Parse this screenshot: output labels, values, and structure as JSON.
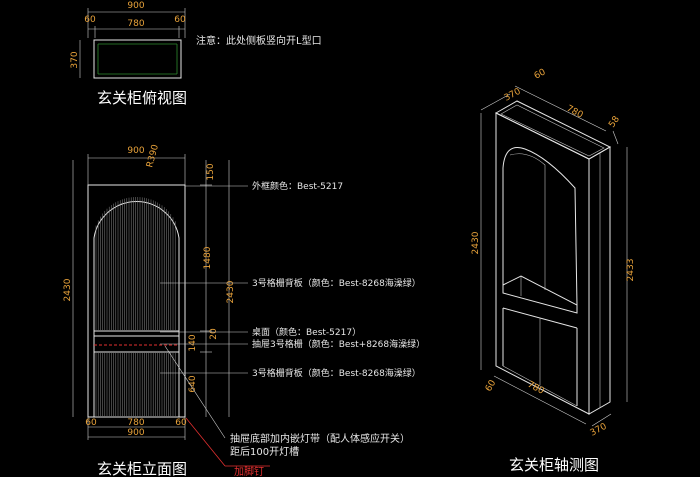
{
  "top_view": {
    "title": "玄关柜俯视图",
    "dim_total_width": "900",
    "dim_left": "60",
    "dim_middle": "780",
    "dim_right": "60",
    "dim_depth": "370",
    "note": "注意：此处侧板竖向开L型口"
  },
  "elevation": {
    "title": "玄关柜立面图",
    "dim_top_width": "900",
    "dim_radius": "R390",
    "dim_height_left": "2430",
    "dim_right_150": "150",
    "dim_right_1480": "1480",
    "dim_right_2430": "2430",
    "dim_right_20": "20",
    "dim_right_140": "140",
    "dim_right_640": "640",
    "dim_bottom_left": "60",
    "dim_bottom_middle": "780",
    "dim_bottom_right": "60",
    "dim_bottom_total": "900",
    "callouts": [
      "外框颜色：Best-5217",
      "3号格栅背板（颜色：Best-8268海澡绿）",
      "桌面（颜色：Best-5217）",
      "抽屉3号格栅（颜色：Best+8268海澡绿）",
      "3号格栅背板（颜色：Best-8268海澡绿）"
    ],
    "bottom_note_1": "抽屉底部加内嵌灯带（配人体感应开关）",
    "bottom_note_2": "距后100开灯槽",
    "red_note": "加脚钉"
  },
  "axon": {
    "title": "玄关柜轴测图",
    "dim_top_370": "370",
    "dim_top_60": "60",
    "dim_top_780": "780",
    "dim_top_58": "58",
    "dim_left_height": "2430",
    "dim_right_height": "2433",
    "dim_bottom_60": "60",
    "dim_bottom_780": "780",
    "dim_bottom_370": "370"
  }
}
